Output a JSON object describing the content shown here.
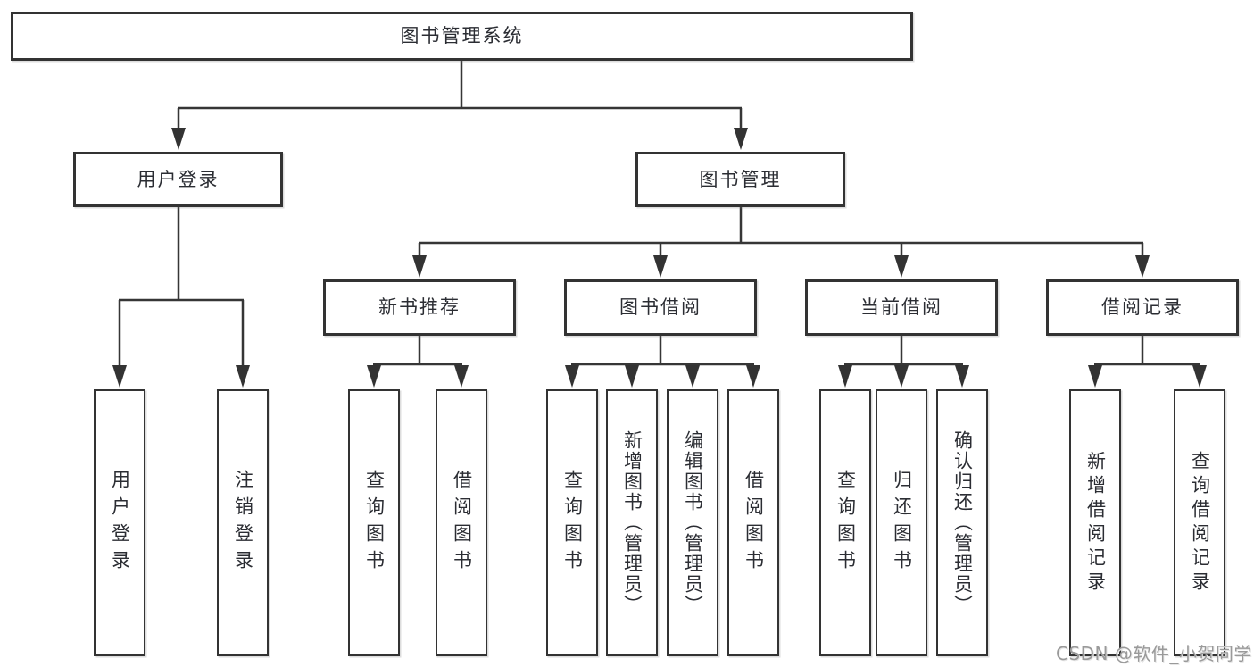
{
  "diagram": {
    "type": "tree",
    "colors": {
      "line": "#363636",
      "box_border": "#333333",
      "box_fill": "#ffffff",
      "text": "#2b2d33",
      "background": "#ffffff",
      "watermark_text_color": "#9a9a9a"
    },
    "root": {
      "label": "图书管理系统",
      "children": [
        {
          "label": "用户登录",
          "children": [
            {
              "label": "用户登录"
            },
            {
              "label": "注销登录"
            }
          ]
        },
        {
          "label": "图书管理",
          "children": [
            {
              "label": "新书推荐",
              "children": [
                {
                  "label": "查询图书"
                },
                {
                  "label": "借阅图书"
                }
              ]
            },
            {
              "label": "图书借阅",
              "children": [
                {
                  "label": "查询图书"
                },
                {
                  "label": "新增图书（管理员）"
                },
                {
                  "label": "编辑图书（管理员）"
                },
                {
                  "label": "借阅图书"
                }
              ]
            },
            {
              "label": "当前借阅",
              "children": [
                {
                  "label": "查询图书"
                },
                {
                  "label": "归还图书"
                },
                {
                  "label": "确认归还（管理员）"
                }
              ]
            },
            {
              "label": "借阅记录",
              "children": [
                {
                  "label": "新增借阅记录"
                },
                {
                  "label": "查询借阅记录"
                }
              ]
            }
          ]
        }
      ]
    }
  },
  "watermark": {
    "text": "CSDN @软件_小贺同学"
  }
}
